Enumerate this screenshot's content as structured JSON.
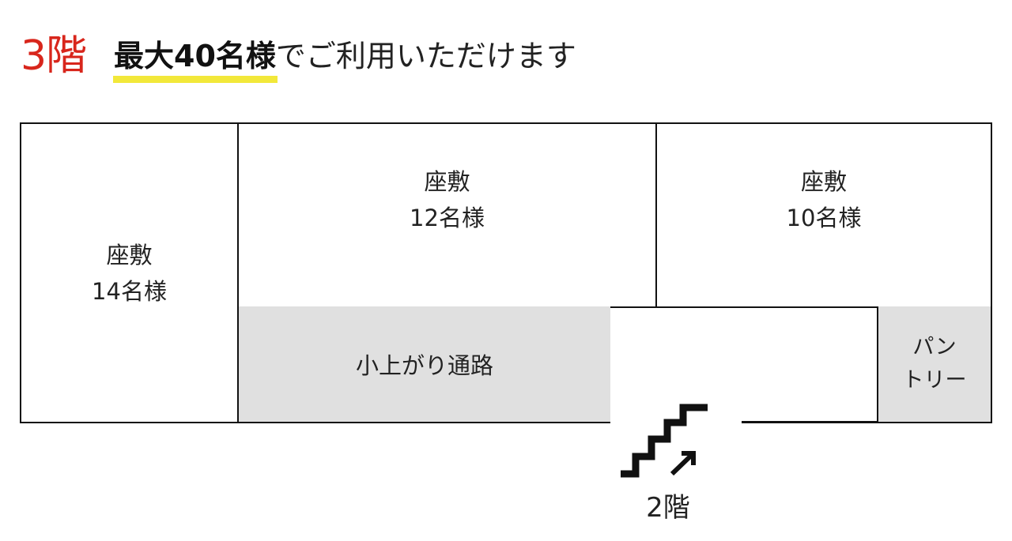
{
  "header": {
    "floor": "3階",
    "capacity_strong": "最大40名様",
    "capacity_rest": "でご利用いただけます"
  },
  "rooms": {
    "left": {
      "name": "座敷",
      "capacity": "14名様"
    },
    "top_middle": {
      "name": "座敷",
      "capacity": "12名様"
    },
    "top_right": {
      "name": "座敷",
      "capacity": "10名様"
    }
  },
  "corridor": {
    "label": "小上がり通路"
  },
  "pantry": {
    "line1": "パン",
    "line2": "トリー"
  },
  "stairs": {
    "label": "2階",
    "icon": "stairs-up-icon"
  },
  "colors": {
    "floor_red": "#d8261c",
    "highlight_yellow": "#f2e83a",
    "gray_fill": "#e0e0e0",
    "line": "#111111"
  }
}
